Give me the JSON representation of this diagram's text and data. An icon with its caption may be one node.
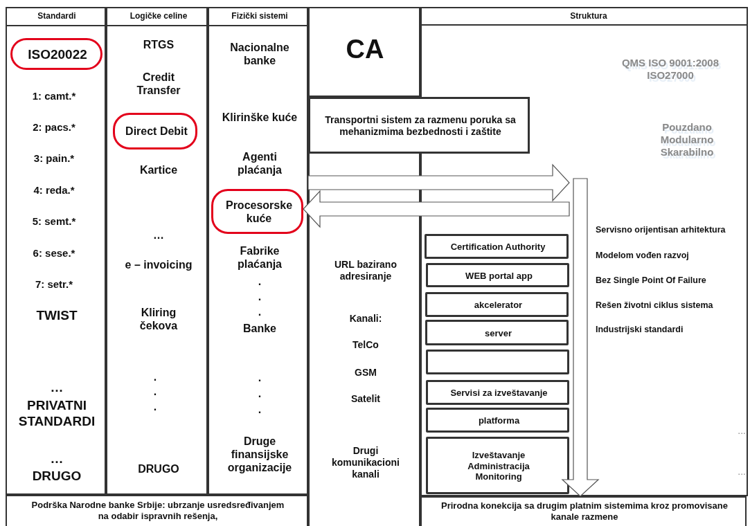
{
  "diagram": {
    "nodes": [
      {
        "text": [
          "Standardi",
          "1: camt.*",
          "2: pacs.*",
          "3: pain.*",
          "4: reda.*",
          "5: semt.*",
          "6: sese.*",
          "7: setr.*",
          "TWIST",
          "…",
          "PRIVATNI STANDARDI",
          "…",
          "DRUGO"
        ]
      },
      {
        "text": [
          "ISO20022"
        ],
        "in": 0
      },
      {
        "text": [
          "Logičke celine",
          "RTGS",
          "Credit Transfer",
          "Kartice",
          "…",
          "e – invoicing",
          "Kliring čekova",
          ".",
          ".",
          ".",
          "DRUGO"
        ]
      },
      {
        "text": [
          "Direct Debit"
        ],
        "in": 2
      },
      {
        "text": [
          "Fizički sistemi",
          "Nacionalne banke",
          "Klirinške kuće",
          "Agenti plaćanja",
          "Fabrike plaćanja",
          ".",
          ".",
          ".",
          "Banke",
          ".",
          ".",
          ".",
          "Druge finansijske organizacije"
        ]
      },
      {
        "text": [
          "Procesorske kuće"
        ],
        "in": 4
      },
      {
        "text": [
          "CA"
        ]
      },
      {
        "text": [
          "Transportni sistem za razmenu poruka sa mehanizmima bezbednosti i zaštite"
        ]
      },
      {
        "text": [
          "URL bazirano adresiranje",
          "Kanali:",
          "TelCo",
          "GSM",
          "Satelit",
          "Drugi komunikacioni kanali"
        ]
      },
      {
        "text": [
          "Struktura",
          "QMS ISO 9001:2008 ISO27000",
          "Pouzdano Modularno Skarabilno",
          "Servisno orijentisan arhitektura",
          "Modelom vođen razvoj",
          "Bez Single Point Of Failure",
          "Rešen životni ciklus sistema",
          "Industrijski standardi",
          "...",
          "..."
        ]
      },
      {
        "text": [
          "Certification Authority"
        ],
        "in": 9
      },
      {
        "text": [
          "WEB portal app"
        ],
        "in": 9
      },
      {
        "text": [
          "akcelerator"
        ],
        "in": 9
      },
      {
        "text": [
          "server"
        ],
        "in": 9
      },
      {
        "text": [],
        "shape": "box",
        "in": 9
      },
      {
        "text": [
          "Servisi za izveštavanje"
        ],
        "in": 9
      },
      {
        "text": [
          "platforma"
        ],
        "in": 9
      },
      {
        "text": [
          "Izveštavanje Administracija Monitoring"
        ],
        "in": 9
      },
      {
        "text": [
          "Podrška Narodne banke Srbije: ubrzanje usredsređivanjem na odabir ispravnih rešenja,"
        ]
      },
      {
        "text": [
          "Prirodna konekcija sa drugim platnim sistemima kroz promovisane kanale razmene"
        ]
      }
    ],
    "edges": [
      {
        "from": 4,
        "to": null,
        "arrow": "to"
      },
      {
        "from": null,
        "to": 5,
        "arrow": "to"
      },
      {
        "from": null,
        "to": 19,
        "arrow": "to"
      }
    ]
  }
}
